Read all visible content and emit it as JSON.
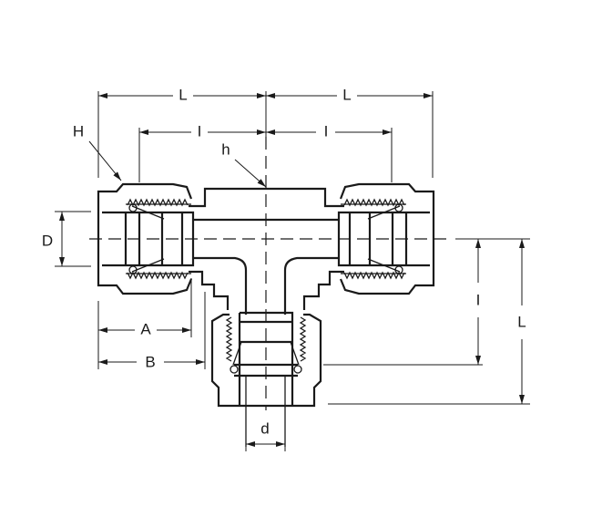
{
  "labels": {
    "L_left": "L",
    "L_right": "L",
    "I_left": "I",
    "I_right": "I",
    "H": "H",
    "h": "h",
    "D": "D",
    "A": "A",
    "B": "B",
    "d": "d",
    "I_vertical": "I",
    "L_vertical": "L"
  }
}
